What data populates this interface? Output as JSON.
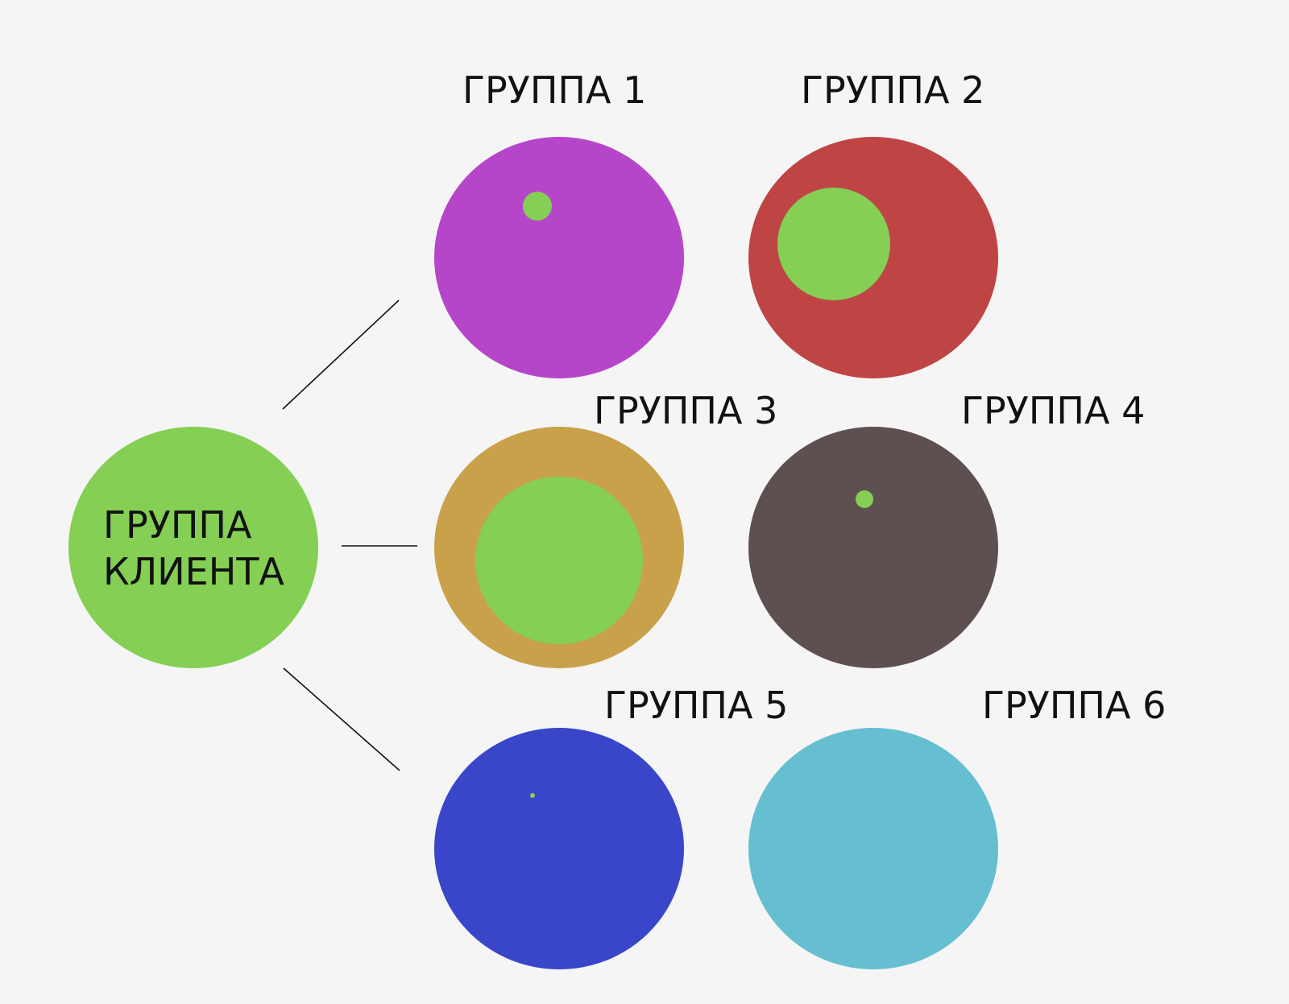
{
  "client_group": {
    "label_line1": "ГРУППА",
    "label_line2": "КЛИЕНТА",
    "color": "#84cf54"
  },
  "overlap_color": "#84cf54",
  "groups": [
    {
      "label": "ГРУППА 1",
      "color": "#b646c9"
    },
    {
      "label": "ГРУППА 2",
      "color": "#bf4545"
    },
    {
      "label": "ГРУППА 3",
      "color": "#c9a14b"
    },
    {
      "label": "ГРУППА 4",
      "color": "#5e5050"
    },
    {
      "label": "ГРУППА 5",
      "color": "#3946c9"
    },
    {
      "label": "ГРУППА 6",
      "color": "#66bed1"
    }
  ]
}
